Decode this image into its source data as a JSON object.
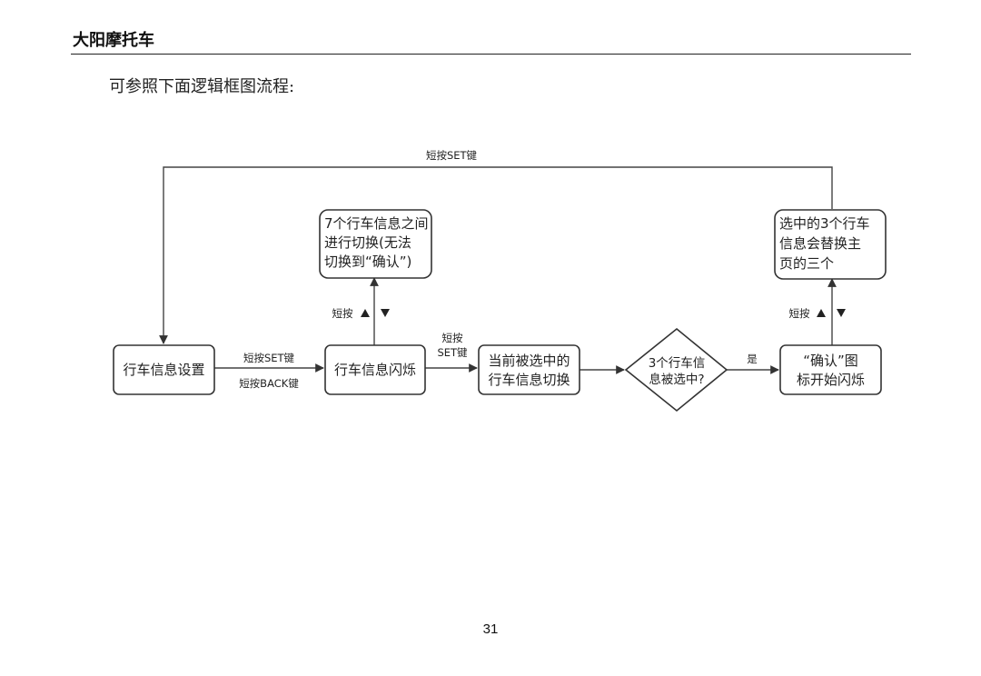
{
  "header": {
    "title": "大阳摩托车"
  },
  "intro": {
    "text": "可参照下面逻辑框图流程:"
  },
  "flowchart": {
    "nodes": {
      "settings": {
        "lines": [
          "行车信息设置"
        ]
      },
      "blinking": {
        "lines": [
          "行车信息闪烁"
        ]
      },
      "switching_seven": {
        "lines": [
          "7个行车信息之间",
          "进行切换(无法",
          "切换到“确认”)"
        ]
      },
      "current_switch": {
        "lines": [
          "当前被选中的",
          "行车信息切换"
        ]
      },
      "decision": {
        "lines": [
          "3个行车信",
          "息被选中?"
        ]
      },
      "confirm_blink": {
        "lines": [
          "“确认”图",
          "标开始闪烁"
        ]
      },
      "replace_main": {
        "lines": [
          "选中的3个行车",
          "信息会替换主",
          "页的三个"
        ]
      }
    },
    "edges": {
      "top_loop": "短按SET键",
      "settings_to_blinking": "短按SET键",
      "blinking_to_settings": "短按BACK键",
      "blinking_to_switch_line1": "短按",
      "blinking_to_switch_line2": "SET键",
      "blinking_up_down": "短按",
      "decision_yes": "是",
      "confirm_up_down": "短按"
    }
  },
  "footer": {
    "page_number": "31"
  }
}
